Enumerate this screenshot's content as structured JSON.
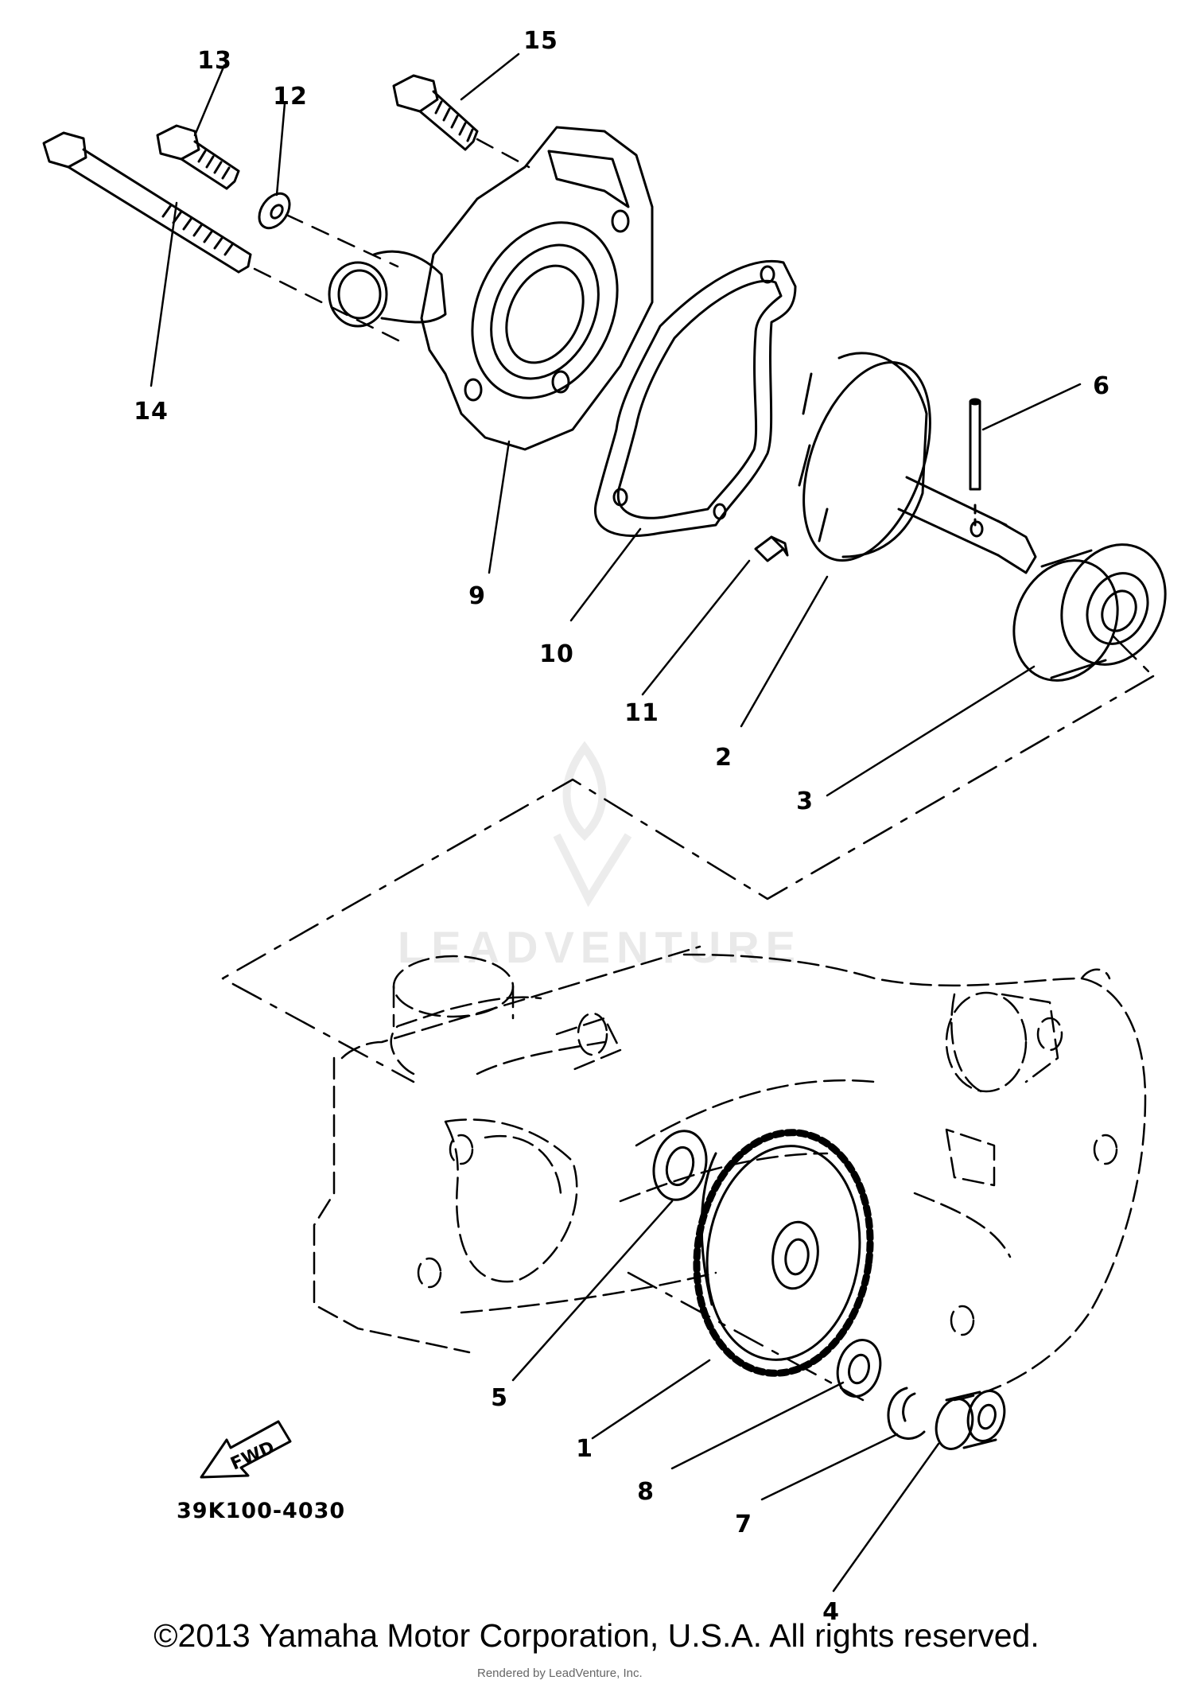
{
  "diagram": {
    "callouts": [
      {
        "id": "1",
        "text": "1"
      },
      {
        "id": "2",
        "text": "2"
      },
      {
        "id": "3",
        "text": "3"
      },
      {
        "id": "4",
        "text": "4"
      },
      {
        "id": "5",
        "text": "5"
      },
      {
        "id": "6",
        "text": "6"
      },
      {
        "id": "7",
        "text": "7"
      },
      {
        "id": "8",
        "text": "8"
      },
      {
        "id": "9",
        "text": "9"
      },
      {
        "id": "10",
        "text": "10"
      },
      {
        "id": "11",
        "text": "11"
      },
      {
        "id": "12",
        "text": "12"
      },
      {
        "id": "13",
        "text": "13"
      },
      {
        "id": "14",
        "text": "14"
      },
      {
        "id": "15",
        "text": "15"
      }
    ],
    "fwd_arrow_label": "FWD",
    "part_code": "39K100-4030"
  },
  "footer": {
    "copyright": "©2013 Yamaha Motor Corporation, U.S.A. All rights reserved.",
    "rendered_by": "Rendered by LeadVenture, Inc."
  },
  "watermark": {
    "text": "LEADVENTURE"
  },
  "colors": {
    "line": "#000000",
    "background": "#ffffff",
    "watermark": "#e9e9e9"
  }
}
